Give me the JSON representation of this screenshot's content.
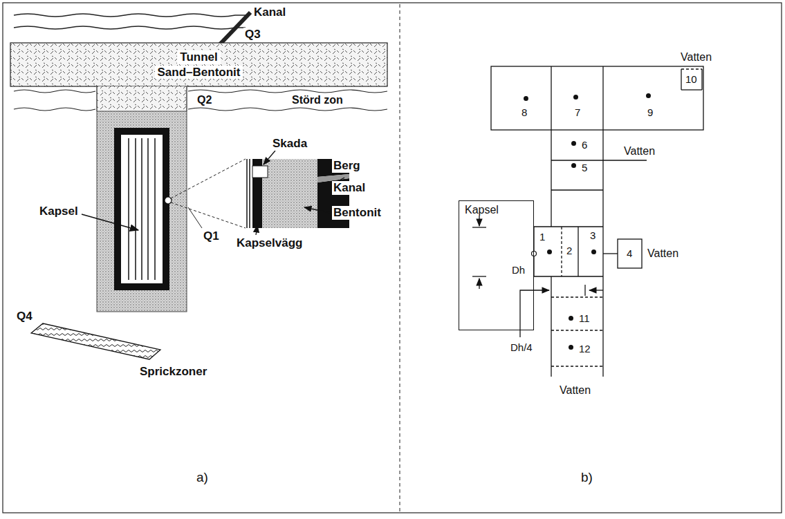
{
  "diagram": {
    "nodes": [
      {
        "text": [
          "Tunnel",
          "Sand–Bentonit"
        ]
      },
      {
        "text": [
          "8"
        ]
      },
      {
        "text": [
          "7"
        ]
      },
      {
        "text": [
          "9"
        ]
      },
      {
        "text": [
          "10"
        ],
        "in": 3
      },
      {
        "text": [
          "6"
        ]
      },
      {
        "text": [
          "5"
        ]
      },
      {
        "text": [
          "Kapsel"
        ]
      },
      {
        "text": [
          "1"
        ]
      },
      {
        "text": [
          "2"
        ]
      },
      {
        "text": [
          "3"
        ]
      },
      {
        "text": [
          "4"
        ]
      },
      {
        "text": [
          "11"
        ]
      },
      {
        "text": [
          "12"
        ]
      }
    ],
    "labels": [
      "Kanal",
      "Q3",
      "Q2",
      "Störd zon",
      "Kapsel",
      "Skada",
      "Berg",
      "Kanal",
      "Bentonit",
      "Q1",
      "Kapselvägg",
      "Q4",
      "Sprickzoner",
      "a)",
      "Vatten",
      "Vatten",
      "Vatten",
      "Dh",
      "Dh/4",
      "Vatten",
      "b)"
    ]
  }
}
